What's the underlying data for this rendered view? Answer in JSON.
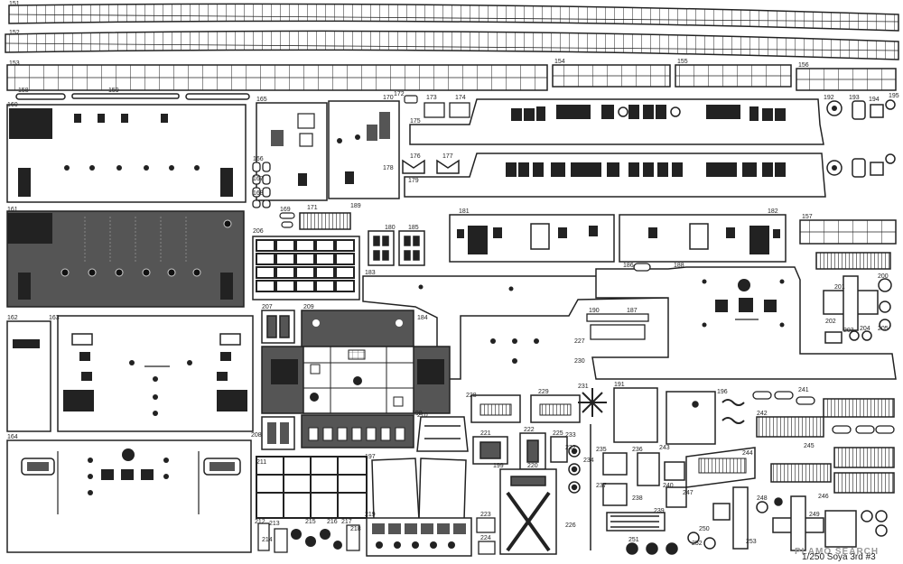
{
  "sheet": {
    "scale_text": "1/250 Soya 3rd #3",
    "watermark": "PLAMO SEARCH",
    "part_numbers": [
      "151",
      "152",
      "153",
      "154",
      "155",
      "156",
      "157",
      "158",
      "159",
      "160",
      "161",
      "162",
      "163",
      "164",
      "165",
      "166",
      "167",
      "168",
      "169",
      "170",
      "171",
      "172",
      "173",
      "174",
      "175",
      "176",
      "177",
      "178",
      "179",
      "180",
      "181",
      "182",
      "183",
      "184",
      "185",
      "186",
      "187",
      "188",
      "189",
      "190",
      "191",
      "192",
      "193",
      "194",
      "195",
      "196",
      "197",
      "198",
      "199",
      "200",
      "201",
      "202",
      "203",
      "204",
      "205",
      "206",
      "207",
      "208",
      "209",
      "210",
      "211",
      "212",
      "213",
      "214",
      "215",
      "216",
      "217",
      "218",
      "219",
      "220",
      "221",
      "222",
      "223",
      "224",
      "225",
      "226",
      "227",
      "228",
      "229",
      "230",
      "231",
      "232",
      "233",
      "234",
      "235",
      "236",
      "237",
      "238",
      "239",
      "240",
      "241",
      "242",
      "243",
      "244",
      "245",
      "246",
      "247",
      "248",
      "249",
      "250",
      "251",
      "252",
      "253"
    ]
  },
  "colors": {
    "brass": "#ffffff",
    "etch": "#222222",
    "panel_dark": "#555555",
    "background": "#ffffff"
  }
}
